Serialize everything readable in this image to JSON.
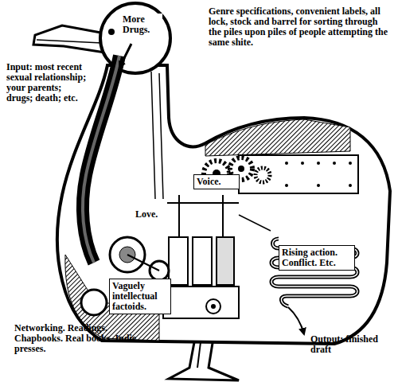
{
  "diagram": {
    "nodes": [
      {
        "text": [
          "Voice."
        ]
      },
      {
        "text": [
          "Rising action. Conflict. Etc."
        ]
      },
      {
        "text": [
          "Vaguely intellectual factoids."
        ]
      }
    ],
    "labels": [
      "More Drugs.",
      "Genre specifications, convenient labels, all lock, stock and barrel for sorting through the piles upon piles of people attempting the same shite.",
      "Input: most recent sexual relationship; your parents; drugs; death; etc.",
      "Love.",
      "Networking. Readings. Chapbooks. Real books. Indie presses.",
      "Output: finished draft"
    ]
  }
}
